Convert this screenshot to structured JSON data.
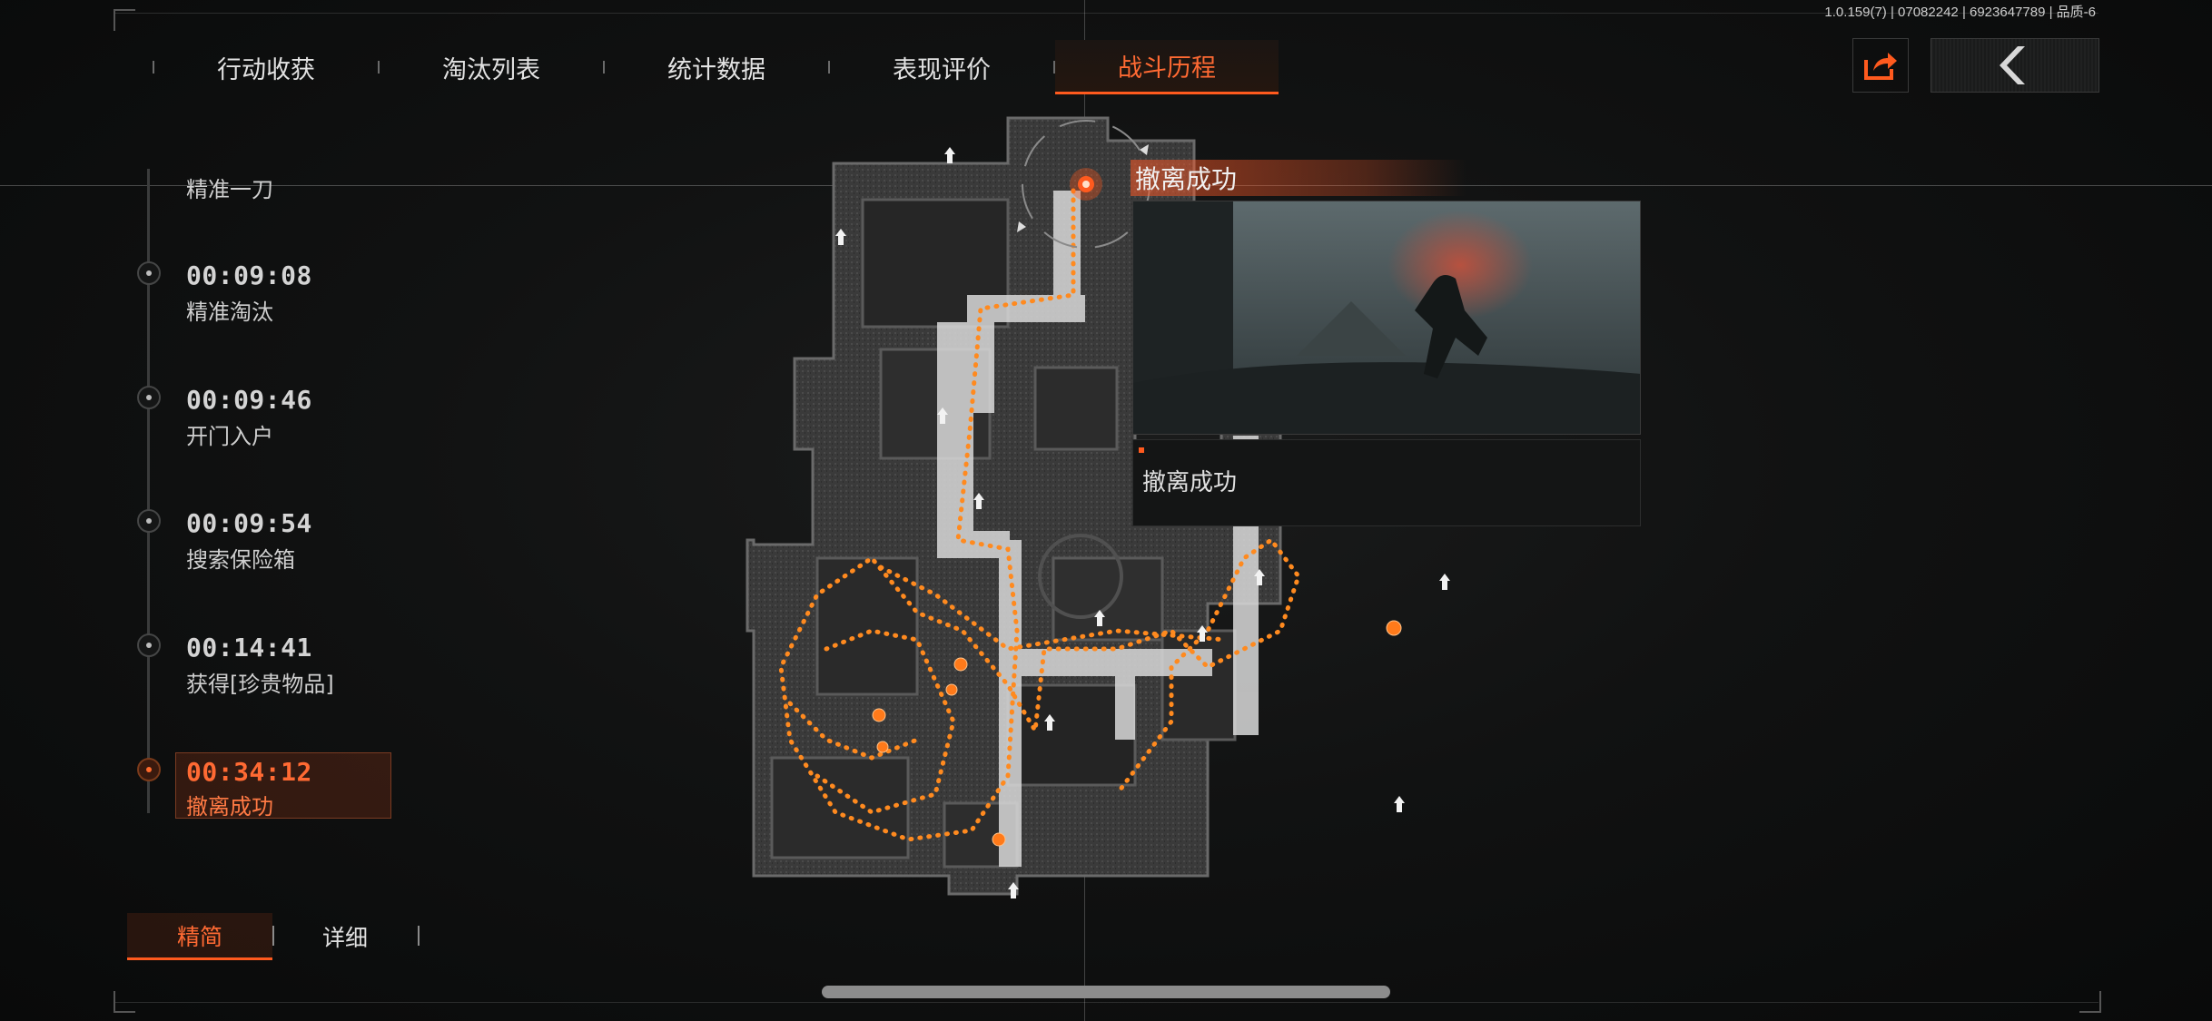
{
  "version_info": "1.0.159(7) | 07082242 | 6923647789 | 品质-6",
  "tabs": [
    {
      "label": "行动收获",
      "active": false
    },
    {
      "label": "淘汰列表",
      "active": false
    },
    {
      "label": "统计数据",
      "active": false
    },
    {
      "label": "表现评价",
      "active": false
    },
    {
      "label": "战斗历程",
      "active": true
    }
  ],
  "buttons": {
    "share_icon": "share-icon",
    "back_icon": "chevron-left-icon"
  },
  "timeline": {
    "top_label": "精准一刀",
    "events": [
      {
        "time": "00:09:08",
        "label": "精准淘汰"
      },
      {
        "time": "00:09:46",
        "label": "开门入户"
      },
      {
        "time": "00:09:54",
        "label": "搜索保险箱"
      },
      {
        "time": "00:14:41",
        "label": "获得[珍贵物品]"
      },
      {
        "time": "00:34:12",
        "label": "撤离成功",
        "active": true
      }
    ]
  },
  "popup": {
    "title": "撤离成功",
    "caption": "撤离成功"
  },
  "bottom_tabs": [
    {
      "label": "精简",
      "active": true
    },
    {
      "label": "详细",
      "active": false
    }
  ],
  "colors": {
    "accent": "#ff5a1e",
    "route": "#ff8a1f",
    "background": "#0b0c0c"
  }
}
